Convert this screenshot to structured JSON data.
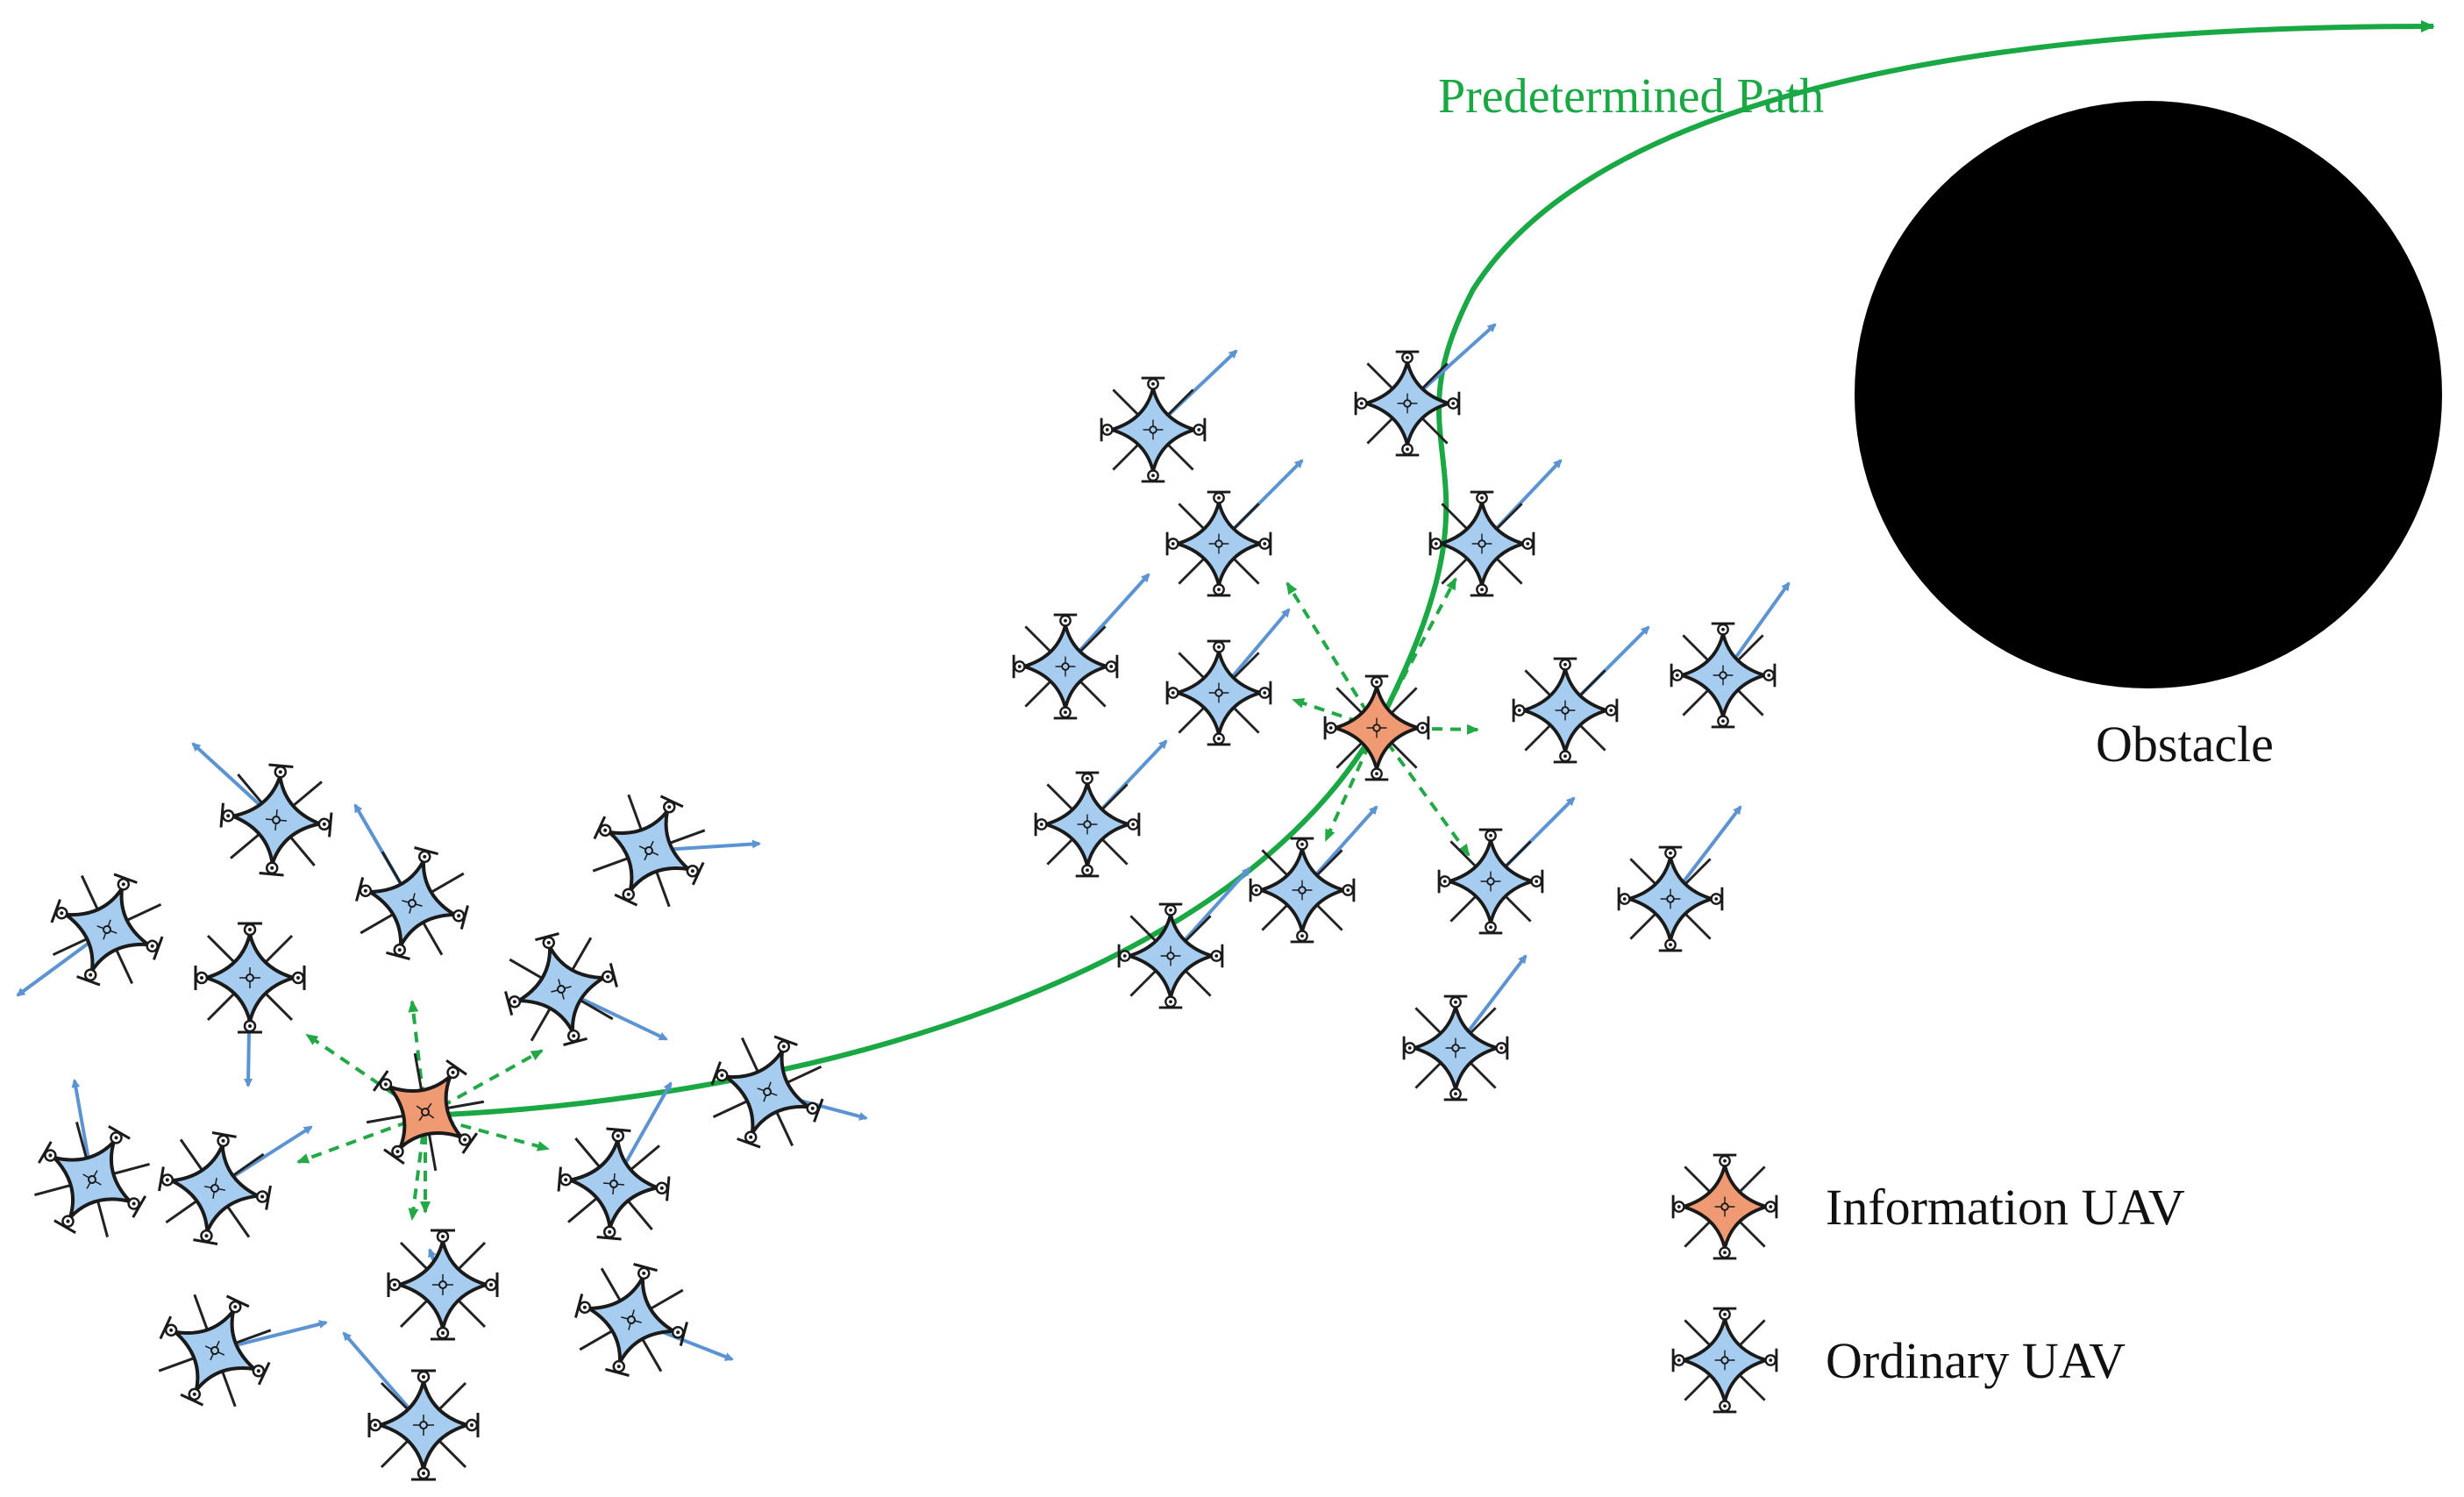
{
  "labels": {
    "path": "Predetermined Path",
    "obstacle": "Obstacle",
    "legend_information": "Information UAV",
    "legend_ordinary": "Ordinary UAV"
  },
  "colors": {
    "path_green": "#1aa844",
    "comm_green": "#22a845",
    "ordinary_fill": "#a6cdf0",
    "info_fill": "#ef9a72",
    "arrow_blue": "#5b93d3",
    "obstacle": "#000000"
  },
  "icons": {
    "ordinary_uav": "quadcopter-icon-blue",
    "information_uav": "quadcopter-icon-orange"
  }
}
